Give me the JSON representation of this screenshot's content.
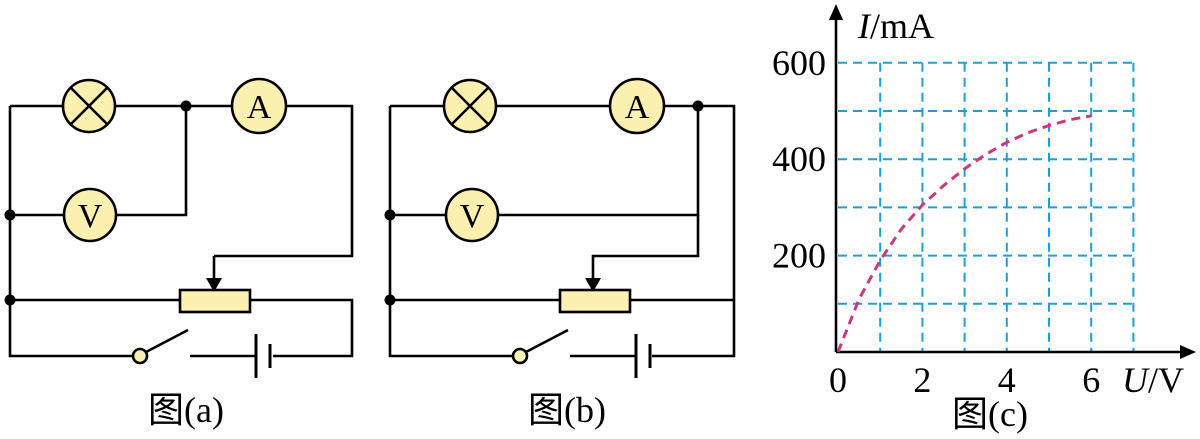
{
  "figures": {
    "a": {
      "caption": "图(a)"
    },
    "b": {
      "caption": "图(b)"
    },
    "c": {
      "caption": "图(c)"
    }
  },
  "meters": {
    "ammeter": "A",
    "voltmeter": "V"
  },
  "chart_data": {
    "type": "line",
    "xlabel_italic": "U",
    "xlabel_unit": "/V",
    "ylabel_italic": "I",
    "ylabel_unit": "/mA",
    "origin_label": "0",
    "x_ticks": [
      "2",
      "4",
      "6"
    ],
    "y_ticks": [
      "200",
      "400",
      "600"
    ],
    "xlim": [
      0,
      7
    ],
    "ylim": [
      0,
      600
    ],
    "x_grid_step": 1,
    "y_grid_step": 100,
    "grid": true,
    "series": [
      {
        "x": [
          0,
          0.5,
          1,
          1.5,
          2,
          2.5,
          3,
          3.5,
          4,
          4.5,
          5,
          5.5,
          6
        ],
        "values": [
          0,
          110,
          190,
          255,
          305,
          345,
          380,
          410,
          435,
          455,
          470,
          482,
          490
        ]
      }
    ],
    "colors": {
      "grid": "#1aa0d8",
      "curve": "#c83a7c",
      "meter_fill": "#fcf0b0"
    }
  }
}
